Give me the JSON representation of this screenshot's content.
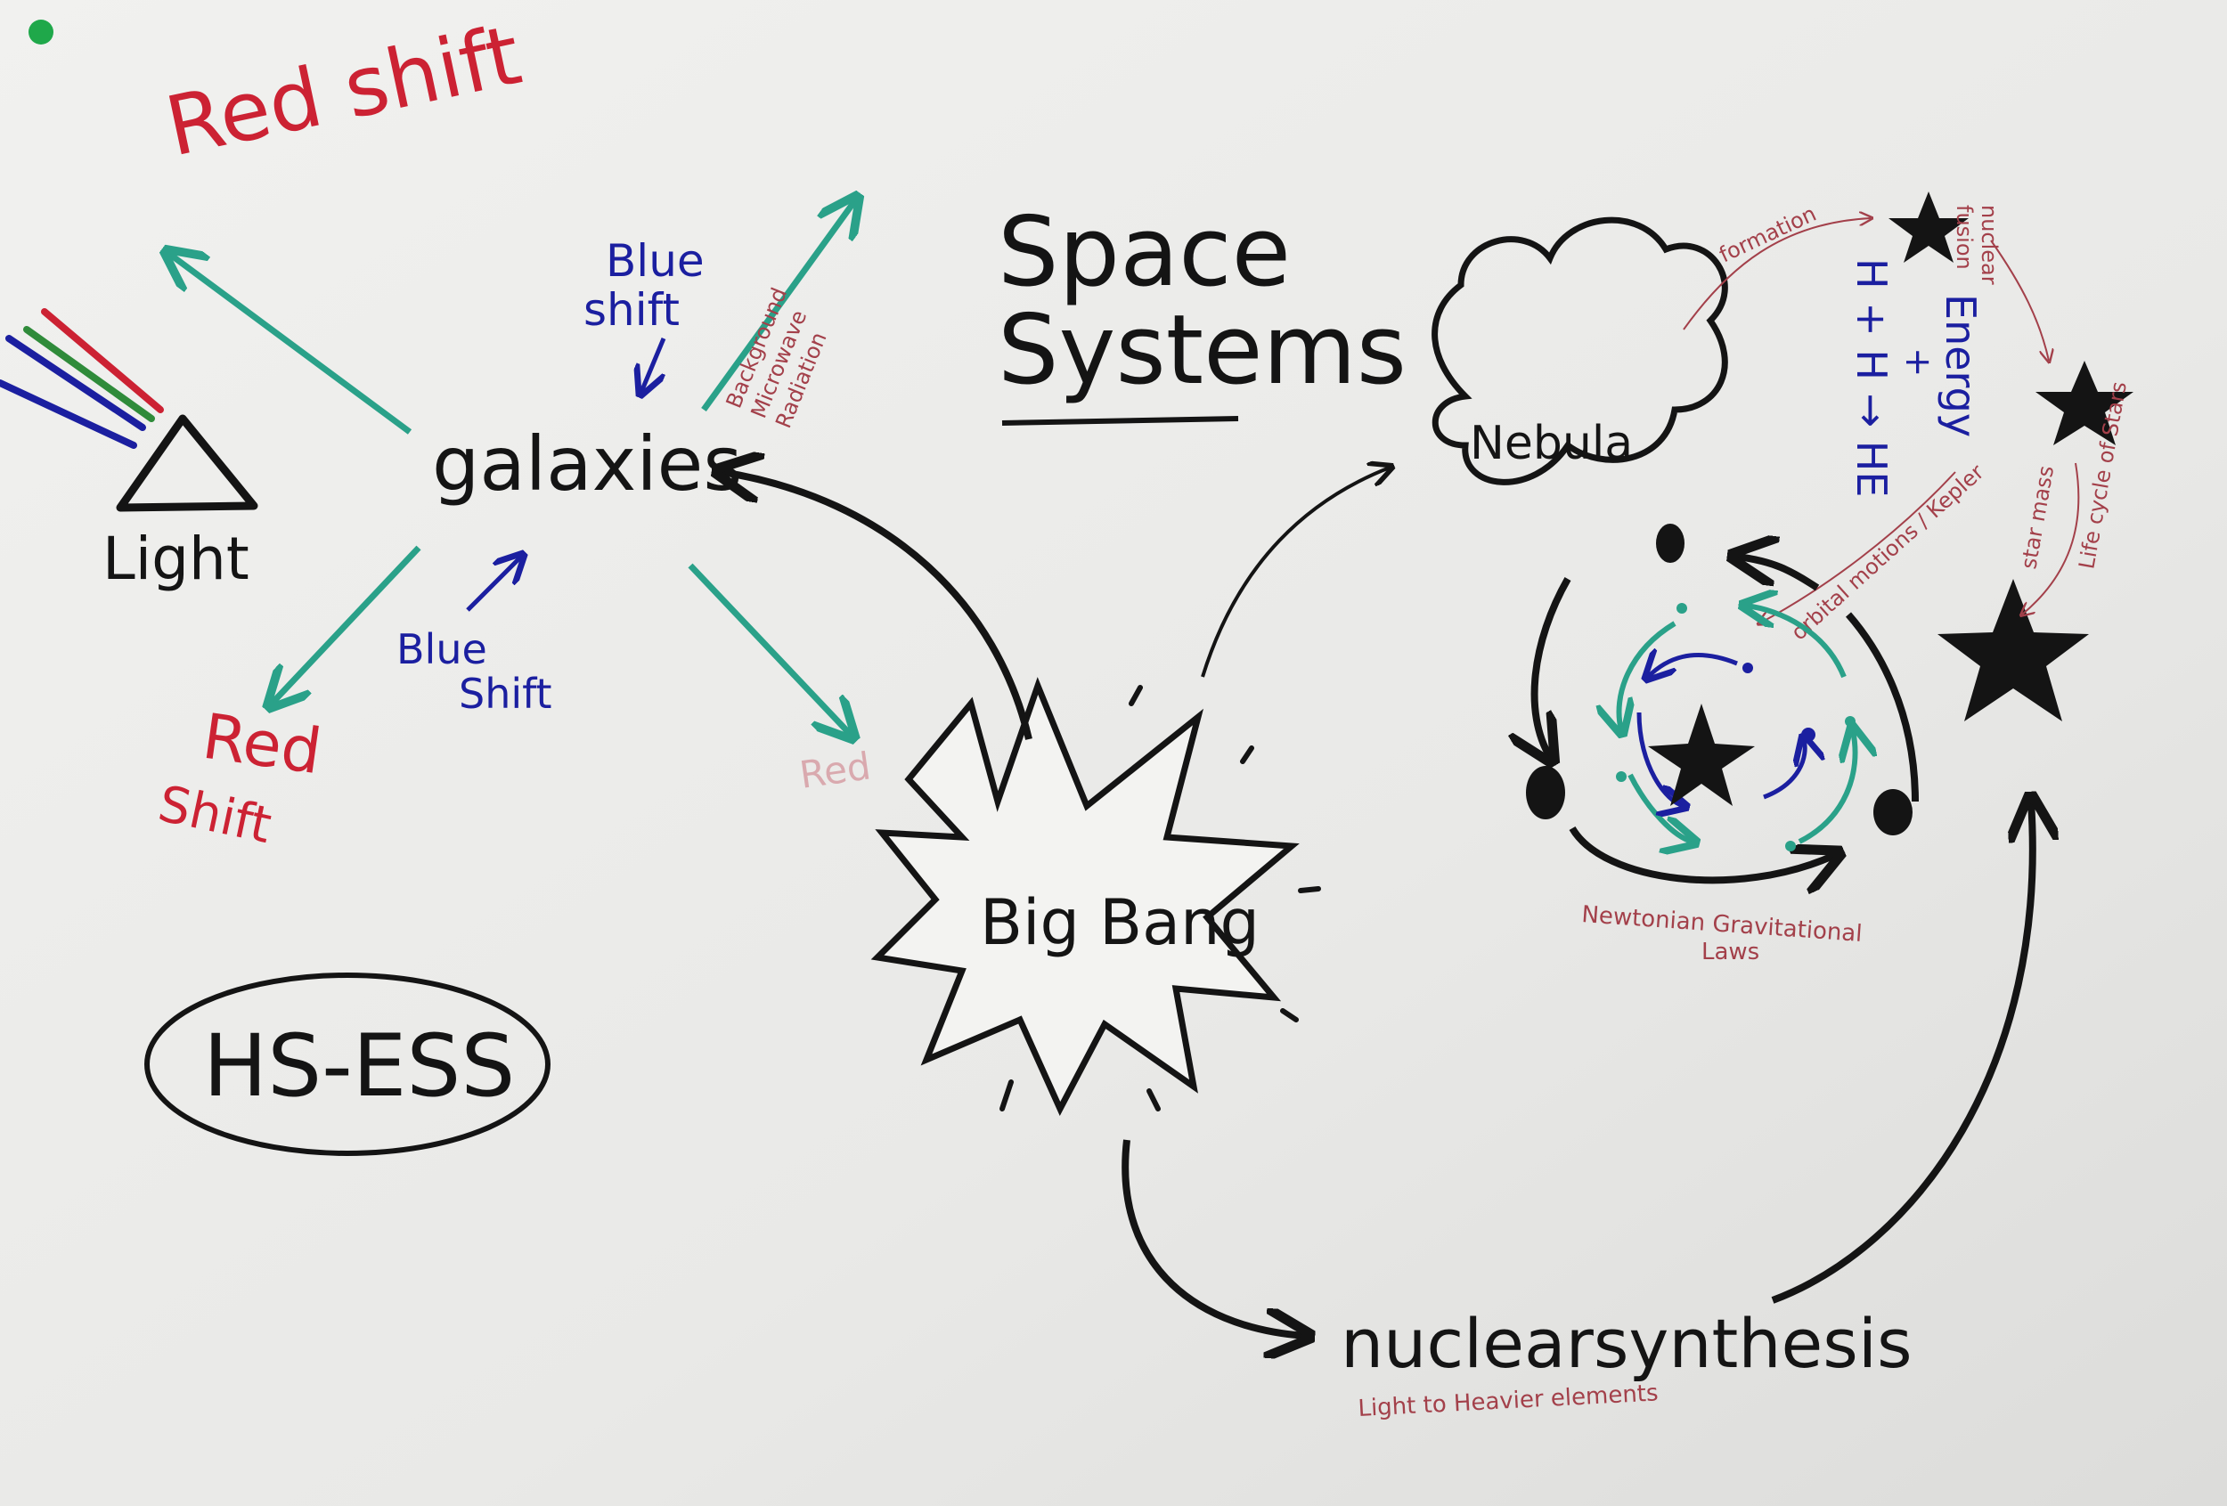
{
  "title": {
    "line1": "Space",
    "line2": "Systems"
  },
  "labels": {
    "red_shift_top": "Red shift",
    "light": "Light",
    "galaxies": "galaxies",
    "blue_shift_top_1": "Blue",
    "blue_shift_top_2": "shift",
    "cmb_1": "Background",
    "cmb_2": "Microwave",
    "cmb_3": "Radiation",
    "blue_shift_low_1": "Blue",
    "blue_shift_low_2": "Shift",
    "red_shift_low_1": "Red",
    "red_shift_low_2": "Shift",
    "red_small": "Red",
    "big_bang": "Big Bang",
    "nebula": "Nebula",
    "formation": "formation",
    "nuclear_fusion_1": "nuclear",
    "nuclear_fusion_2": "fusion",
    "fusion_eq_1": "H + H → HE",
    "fusion_eq_2": "+",
    "fusion_eq_3": "Energy",
    "star_mass": "star mass",
    "life_cycle": "Life cycle of Stars",
    "orbital": "orbital motions / Kepler",
    "newtonian_1": "Newtonian Gravitational",
    "newtonian_2": "Laws",
    "nucleosynthesis": "nuclearsynthesis",
    "nucleo_sub": "Light to Heavier elements",
    "hs_ess": "HS-ESS"
  },
  "colors": {
    "black": "#141414",
    "teal": "#2aa189",
    "blue": "#1b1fa0",
    "red": "#cc2233",
    "maroon": "#a3404a",
    "green": "#2f8b3a",
    "paper": "#ececea",
    "pin": "#1fa84a"
  }
}
